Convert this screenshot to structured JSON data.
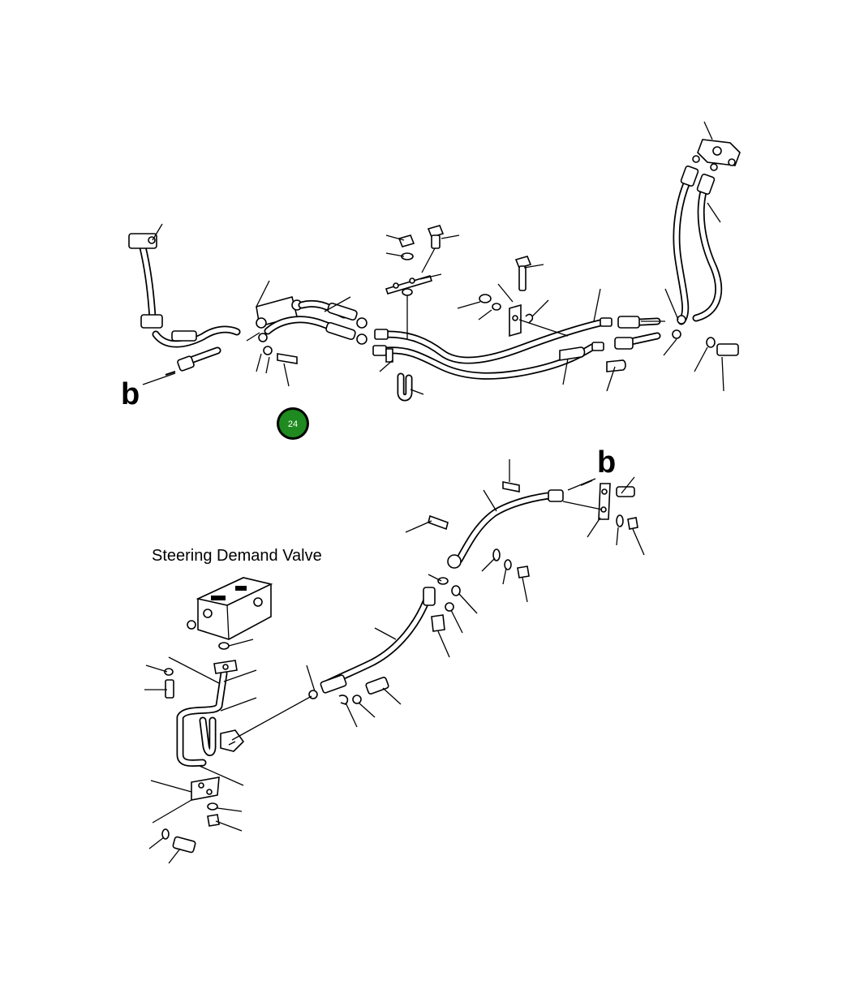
{
  "diagram": {
    "caption": "Steering Demand Valve",
    "connection_markers": [
      "b",
      "b"
    ],
    "page_badge": {
      "number": "24",
      "color": "#1f8a1f"
    }
  },
  "colors": {
    "line": "#000000",
    "background": "#ffffff",
    "badge": "#1f8a1f"
  }
}
